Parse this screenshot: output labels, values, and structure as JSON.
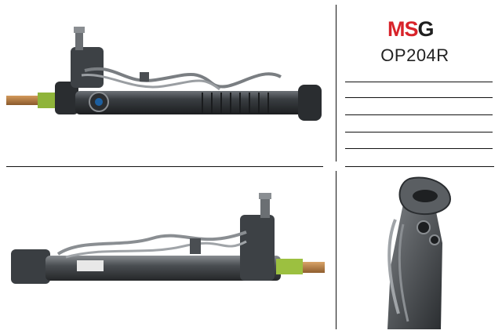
{
  "brand": {
    "logo_text_main": "MS",
    "logo_text_accent": "G",
    "main_color": "#d8232a",
    "accent_color": "#1f1f1f"
  },
  "product": {
    "part_number": "OP204R"
  },
  "spec_lines": [
    {
      "value": ""
    },
    {
      "value": ""
    },
    {
      "value": ""
    },
    {
      "value": ""
    },
    {
      "value": ""
    }
  ],
  "photos": [
    {
      "subject": "steering-rack-front"
    },
    {
      "subject": "steering-rack-rear"
    },
    {
      "subject": "steering-rack-valve-closeup"
    }
  ]
}
